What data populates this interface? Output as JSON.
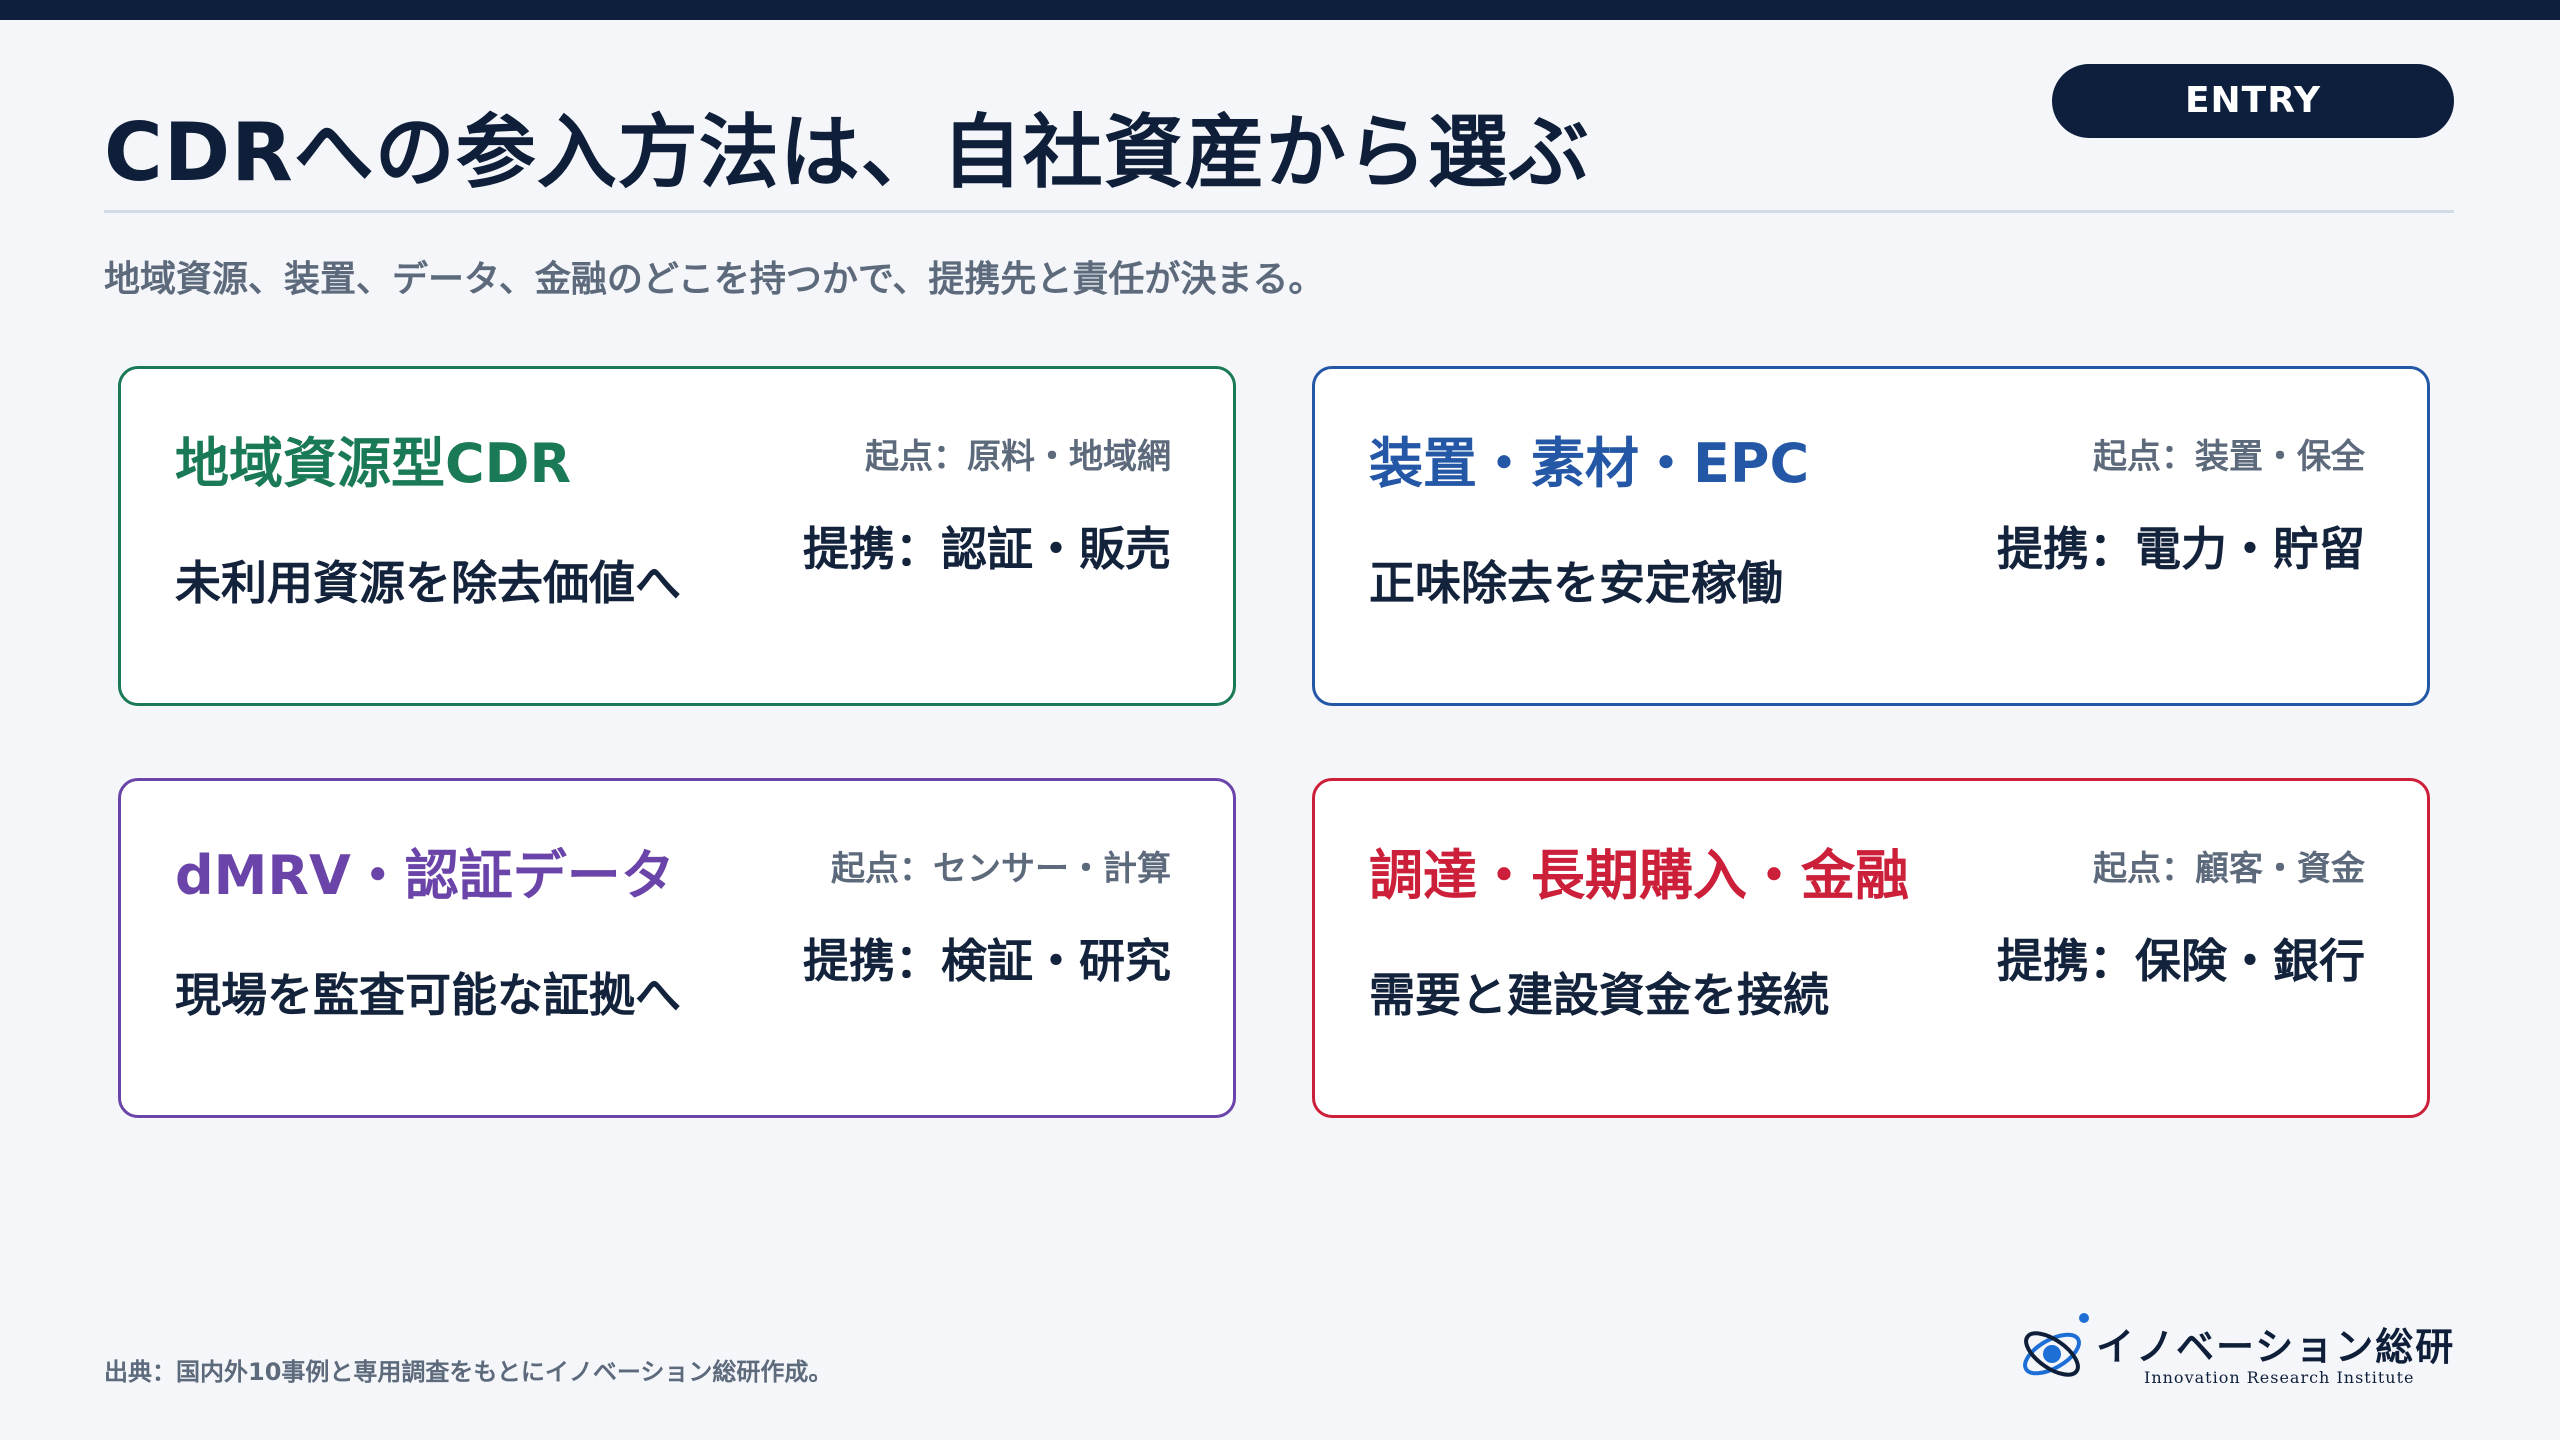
{
  "header": {
    "title": "CDRへの参入方法は、自社資産から選ぶ",
    "badge": "ENTRY",
    "subtitle": "地域資源、装置、データ、金融のどこを持つかで、提携先と責任が決まる。"
  },
  "cards": [
    {
      "title": "地域資源型CDR",
      "origin": "起点：原料・地域網",
      "description": "未利用資源を除去価値へ",
      "partner": "提携：認証・販売",
      "color": "#1a7a55"
    },
    {
      "title": "装置・素材・EPC",
      "origin": "起点：装置・保全",
      "description": "正味除去を安定稼働",
      "partner": "提携：電力・貯留",
      "color": "#2457a6"
    },
    {
      "title": "dMRV・認証データ",
      "origin": "起点：センサー・計算",
      "description": "現場を監査可能な証拠へ",
      "partner": "提携：検証・研究",
      "color": "#6a44a8"
    },
    {
      "title": "調達・長期購入・金融",
      "origin": "起点：顧客・資金",
      "description": "需要と建設資金を接続",
      "partner": "提携：保険・銀行",
      "color": "#cc1f3a"
    }
  ],
  "footer": {
    "source": "出典：国内外10事例と専用調査をもとにイノベーション総研作成。",
    "logo_name": "イノベーション総研",
    "logo_sub": "Innovation Research Institute"
  }
}
